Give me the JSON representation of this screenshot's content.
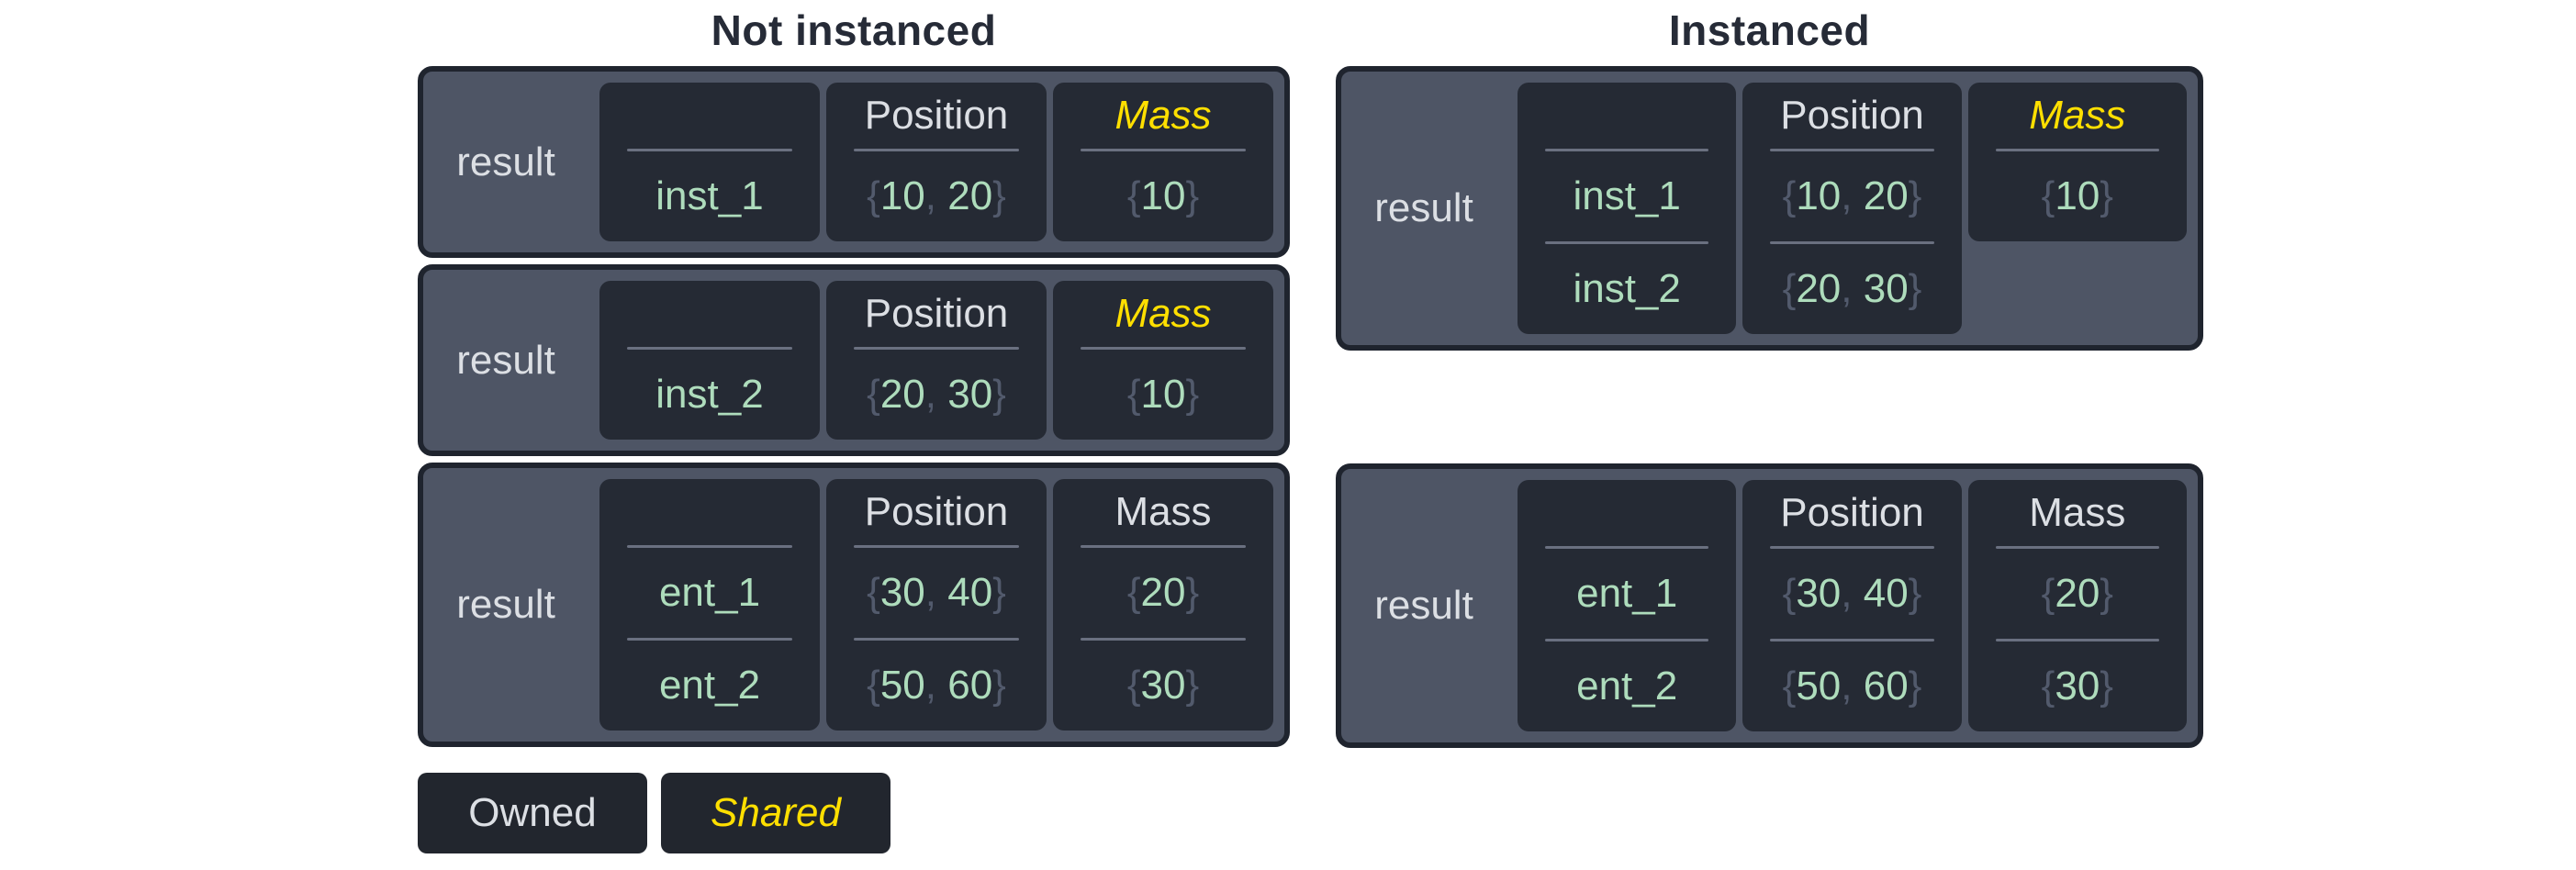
{
  "colors": {
    "page_bg": "#ffffff",
    "title_dark": "#262b37",
    "box_bg": "#4e5565",
    "box_border": "#1f242e",
    "cell_bg": "#252a34",
    "legend_bg": "#22262e",
    "divider": "#6a7080",
    "text_light": "#dcdfe4",
    "value_green": "#aedcbc",
    "brace_gray": "#525a6c",
    "shared_yellow": "#ffdf00"
  },
  "titles": {
    "left": "Not instanced",
    "right": "Instanced"
  },
  "boxes": {
    "ni1": {
      "label": "result",
      "entity": {
        "header": "",
        "rows": [
          "inst_1"
        ]
      },
      "position": {
        "header": "Position",
        "rows": [
          {
            "o": "{",
            "n1": "10",
            "sep": ", ",
            "n2": "20",
            "c": "}"
          }
        ]
      },
      "mass": {
        "header": "Mass",
        "shared": true,
        "rows": [
          {
            "o": "{",
            "n1": "10",
            "c": "}"
          }
        ]
      }
    },
    "ni2": {
      "label": "result",
      "entity": {
        "header": "",
        "rows": [
          "inst_2"
        ]
      },
      "position": {
        "header": "Position",
        "rows": [
          {
            "o": "{",
            "n1": "20",
            "sep": ", ",
            "n2": "30",
            "c": "}"
          }
        ]
      },
      "mass": {
        "header": "Mass",
        "shared": true,
        "rows": [
          {
            "o": "{",
            "n1": "10",
            "c": "}"
          }
        ]
      }
    },
    "ni3": {
      "label": "result",
      "entity": {
        "header": "",
        "rows": [
          "ent_1",
          "ent_2"
        ]
      },
      "position": {
        "header": "Position",
        "rows": [
          {
            "o": "{",
            "n1": "30",
            "sep": ", ",
            "n2": "40",
            "c": "}"
          },
          {
            "o": "{",
            "n1": "50",
            "sep": ", ",
            "n2": "60",
            "c": "}"
          }
        ]
      },
      "mass": {
        "header": "Mass",
        "shared": false,
        "rows": [
          {
            "o": "{",
            "n1": "20",
            "c": "}"
          },
          {
            "o": "{",
            "n1": "30",
            "c": "}"
          }
        ]
      }
    },
    "i1": {
      "label": "result",
      "entity": {
        "header": "",
        "rows": [
          "inst_1",
          "inst_2"
        ]
      },
      "position": {
        "header": "Position",
        "rows": [
          {
            "o": "{",
            "n1": "10",
            "sep": ", ",
            "n2": "20",
            "c": "}"
          },
          {
            "o": "{",
            "n1": "20",
            "sep": ", ",
            "n2": "30",
            "c": "}"
          }
        ]
      },
      "mass": {
        "header": "Mass",
        "shared": true,
        "rows": [
          {
            "o": "{",
            "n1": "10",
            "c": "}"
          }
        ]
      }
    },
    "i2": {
      "label": "result",
      "entity": {
        "header": "",
        "rows": [
          "ent_1",
          "ent_2"
        ]
      },
      "position": {
        "header": "Position",
        "rows": [
          {
            "o": "{",
            "n1": "30",
            "sep": ", ",
            "n2": "40",
            "c": "}"
          },
          {
            "o": "{",
            "n1": "50",
            "sep": ", ",
            "n2": "60",
            "c": "}"
          }
        ]
      },
      "mass": {
        "header": "Mass",
        "shared": false,
        "rows": [
          {
            "o": "{",
            "n1": "20",
            "c": "}"
          },
          {
            "o": "{",
            "n1": "30",
            "c": "}"
          }
        ]
      }
    }
  },
  "legend": {
    "owned": "Owned",
    "shared": "Shared"
  }
}
